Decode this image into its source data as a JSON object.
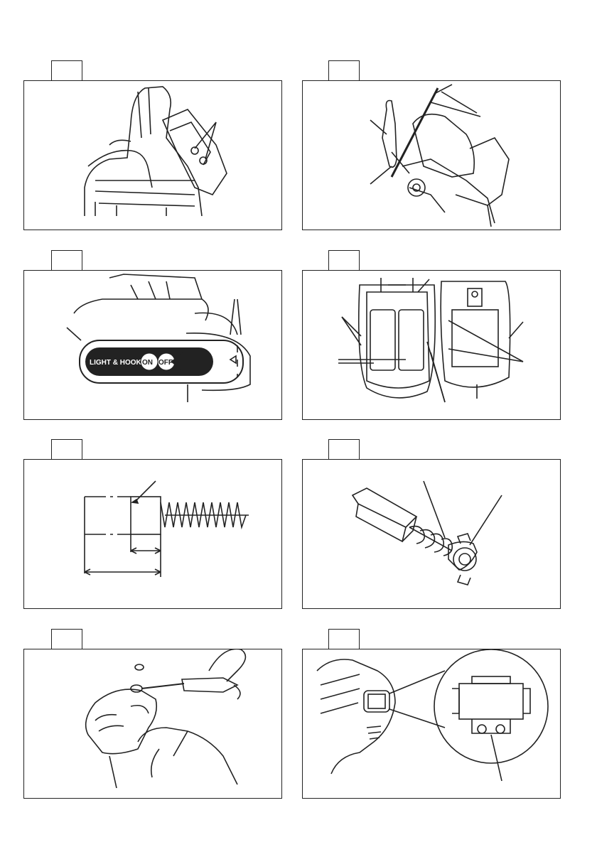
{
  "figures": [
    {
      "id": "fig1",
      "description_name": "light-and-hook-switch-view"
    },
    {
      "id": "fig2",
      "description_name": "screwdriver-cover-removal"
    },
    {
      "id": "fig3",
      "description_name": "switch-panel"
    },
    {
      "id": "fig4",
      "description_name": "battery-compartment"
    },
    {
      "id": "fig5",
      "description_name": "carbon-brush-diagram"
    },
    {
      "id": "fig6",
      "description_name": "carbon-brush-holder"
    },
    {
      "id": "fig7",
      "description_name": "brush-cap-removal"
    },
    {
      "id": "fig8",
      "description_name": "brush-holder-detail"
    }
  ],
  "switch_panel": {
    "label": "LIGHT & HOOK",
    "on": "ON",
    "off": "OFF"
  },
  "colors": {
    "line": "#222222",
    "fill": "#ffffff"
  }
}
